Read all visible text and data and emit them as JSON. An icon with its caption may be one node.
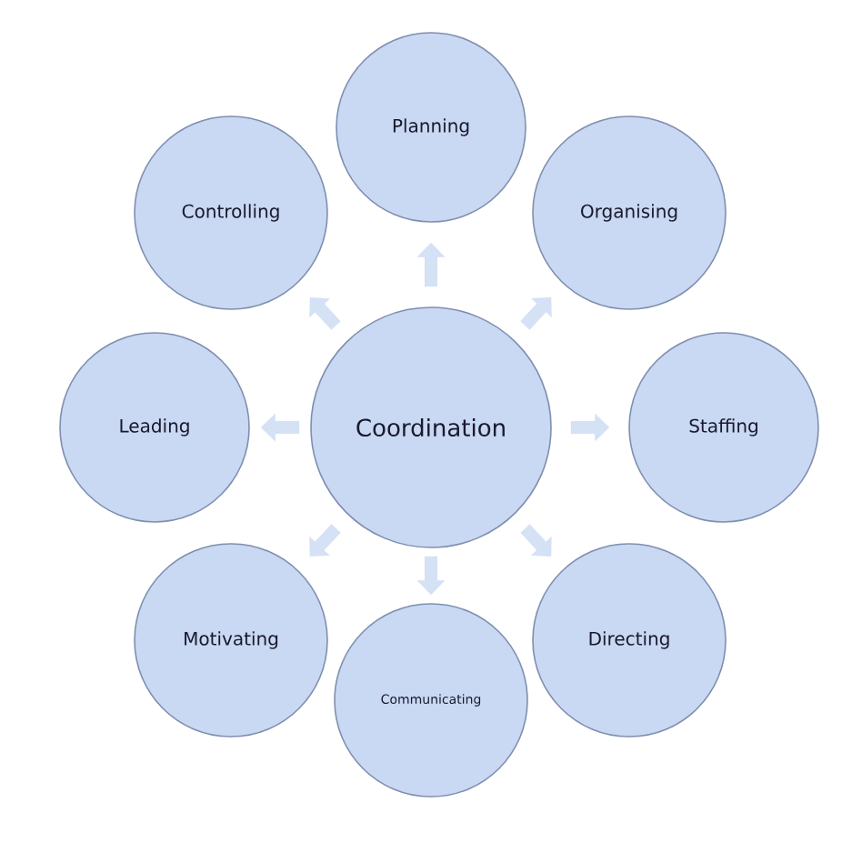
{
  "diagram": {
    "nodes": [
      {
        "text": [
          "Coordination"
        ]
      },
      {
        "text": [
          "Planning"
        ]
      },
      {
        "text": [
          "Organising"
        ]
      },
      {
        "text": [
          "Staffing"
        ]
      },
      {
        "text": [
          "Directing"
        ]
      },
      {
        "text": [
          "Communicating"
        ]
      },
      {
        "text": [
          "Motivating"
        ]
      },
      {
        "text": [
          "Leading"
        ]
      },
      {
        "text": [
          "Controlling"
        ]
      }
    ],
    "edges": [
      {
        "from": 0,
        "to": 1,
        "arrow": "to"
      },
      {
        "from": 0,
        "to": 2,
        "arrow": "to"
      },
      {
        "from": 0,
        "to": 3,
        "arrow": "to"
      },
      {
        "from": 0,
        "to": 4,
        "arrow": "to"
      },
      {
        "from": 0,
        "to": 5,
        "arrow": "to"
      },
      {
        "from": 0,
        "to": 6,
        "arrow": "to"
      },
      {
        "from": 0,
        "to": 7,
        "arrow": "to"
      },
      {
        "from": 0,
        "to": 8,
        "arrow": "to"
      }
    ]
  }
}
